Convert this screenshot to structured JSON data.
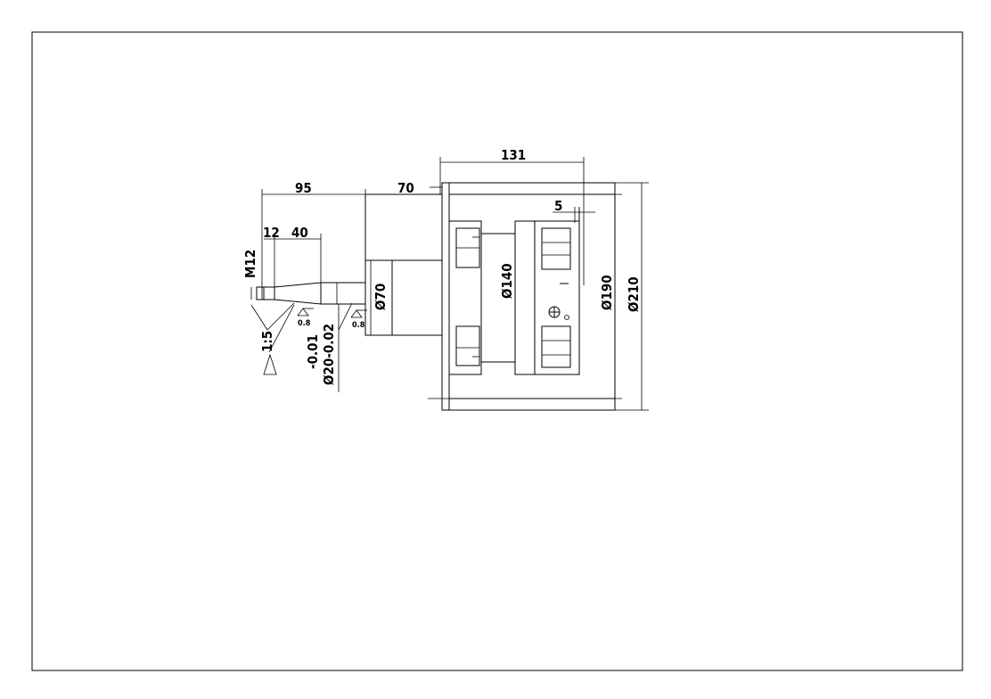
{
  "drawing": {
    "dimensions": {
      "overall_body_length": "95",
      "flange_length": "70",
      "chuck_length": "131",
      "chuck_offset": "5",
      "thread_length": "12",
      "taper_length": "40",
      "thread_size": "M12",
      "spigot_diameter": "Ø70",
      "jaw_diameter": "Ø140",
      "body_diameter": "Ø190",
      "outer_diameter": "Ø210",
      "taper_ratio": "1:5",
      "tolerance_upper": "-0.01",
      "shaft_diameter_tol": "Ø20-0.02",
      "roughness_1": "0.8",
      "roughness_2": "0.8"
    }
  }
}
